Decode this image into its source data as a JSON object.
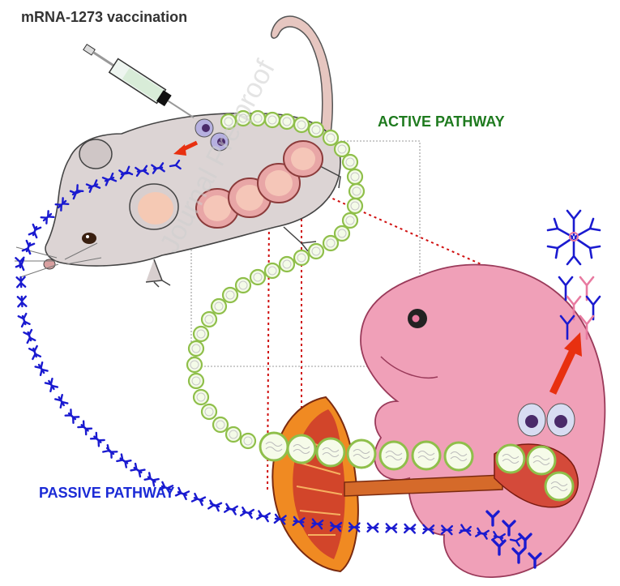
{
  "title": "mRNA-1273 vaccination",
  "active_label": "ACTIVE PATHWAY",
  "passive_label": "PASSIVE PATHWAY",
  "watermark": "Journal Pre-proof",
  "colors": {
    "active": "#1e7a1e",
    "passive": "#1a2ad6",
    "antibody": "#1a1ad0",
    "antibody_alt": "#e87aa0",
    "fetus": "#f0a0b8",
    "mouse": "#dcd4d4",
    "arrow": "#e83010",
    "vesicle": "#9acb5a",
    "placenta": "#e8781e"
  },
  "icons": [
    "syringe-icon",
    "mouse-icon",
    "fetus-icon",
    "antibody-icon",
    "immune-cell-icon",
    "placenta-icon",
    "lipid-nanoparticle-icon"
  ]
}
